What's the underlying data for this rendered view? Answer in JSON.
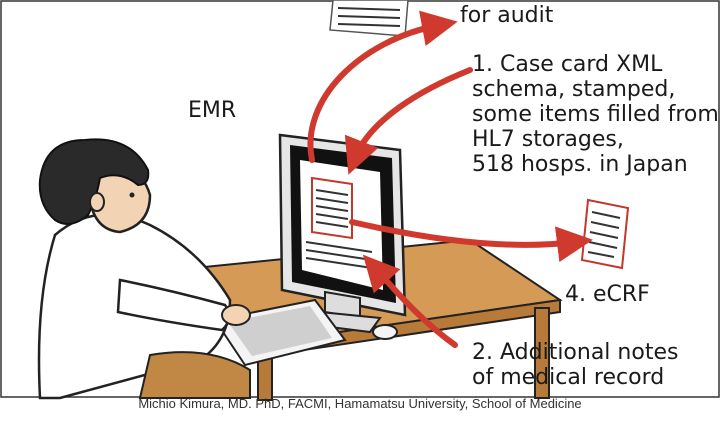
{
  "labels": {
    "audit": "for audit",
    "emr": "EMR",
    "step1_lines": [
      "1. Case card XML",
      "schema, stamped,",
      "some items filled from",
      "HL7 storages,",
      "518 hosps. in Japan"
    ],
    "step4": "4. eCRF",
    "step2_lines": [
      "2. Additional notes",
      "of medical record"
    ]
  },
  "footer": "Michio Kimura, MD. PhD, FACMI, Hamamatsu University, School of Medicine",
  "colors": {
    "arrow": "#d03a2e",
    "desk": "#d59a55",
    "paper_border": "#c0392b",
    "text": "#1a1a1a"
  }
}
